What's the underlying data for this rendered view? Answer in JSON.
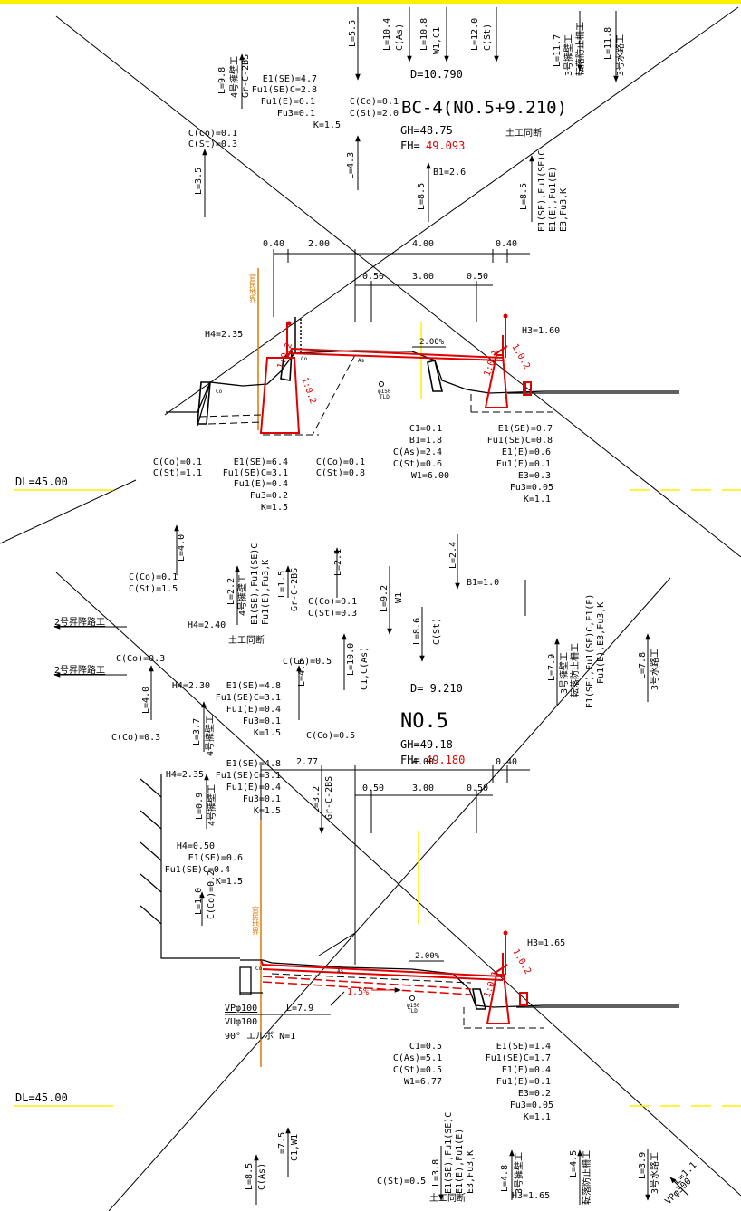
{
  "upper": {
    "station_name": "BC-4(NO.5+9.210)",
    "distance": "D=10.790",
    "gh": "GH=48.75",
    "fh_label": "FH=",
    "fh_value": "49.093",
    "datum": "DL=45.00",
    "top_texts": [
      "L=5.5",
      "L=10.4",
      "C(As)",
      "L=10.8",
      "W1,C1",
      "L=12.0",
      "C(St)",
      "L=11.7",
      "3号擁壁工",
      "転落防止柵工",
      "L=11.8",
      "3号水路工",
      "L=9.8",
      "4号擁壁工",
      "Gr-C-2BS",
      "L=3.5",
      "L=4.3",
      "L=8.5",
      "L=8.5",
      "E1(SE),Fu1(SE)C",
      "E1(E),Fu1(E)",
      "E3,Fu3,K"
    ],
    "left_block": [
      "E1(SE)=4.7",
      "Fu1(SE)C=2.8",
      "Fu1(E)=0.1",
      "Fu3=0.1",
      "K=1.5"
    ],
    "mid_block": [
      "C(Co)=0.1",
      "C(St)=2.0"
    ],
    "left_side": [
      "C(Co)=0.1",
      "C(St)=0.3"
    ],
    "same_label": "土工同断",
    "b1": "B1=2.6",
    "dims_top": [
      "0.40",
      "2.00",
      "4.00",
      "0.40"
    ],
    "dims_mid": [
      "0.50",
      "3.00",
      "0.50"
    ],
    "boundary": "官民地界",
    "h4": "H4=2.35",
    "h3": "H3=1.60",
    "slopes": [
      "1:0.2",
      "1:0.2",
      "1:0.1",
      "1:0.2"
    ],
    "grade": "2.00%",
    "pipe": "φ150",
    "tld": "TLD",
    "co": "Co",
    "as": "As",
    "bottom_a": [
      "C(Co)=0.1",
      "C(St)=1.1"
    ],
    "bottom_b": [
      "E1(SE)=6.4",
      "Fu1(SE)C=3.1",
      "Fu1(E)=0.4",
      "Fu3=0.2",
      "K=1.5"
    ],
    "bottom_c": [
      "C(Co)=0.1",
      "C(St)=0.8"
    ],
    "bottom_d": [
      "C1=0.1",
      "B1=1.8",
      "C(As)=2.4",
      "C(St)=0.6",
      "W1=6.00"
    ],
    "bottom_e": [
      "E1(SE)=0.7",
      "Fu1(SE)C=0.8",
      "E1(E)=0.6",
      "Fu1(E)=0.1",
      "E3=0.3",
      "Fu3=0.05",
      "K=1.1"
    ]
  },
  "middle": {
    "texts": [
      "L=4.0",
      "C(Co)=0.1",
      "C(St)=1.5",
      "L=2.2",
      "4号擁壁工",
      "E1(SE),Fu1(SE)C",
      "Fu1(E),Fu3,K",
      "L=1.5",
      "Gr-C-2BS",
      "L=2.1",
      "C(Co)=0.1",
      "C(St)=0.3",
      "L=9.2",
      "W1",
      "L=2.4",
      "B1=1.0",
      "H4=2.40",
      "土工同断",
      "L=8.6",
      "C(St)",
      "C(Co)=0.3",
      "C(Co)=0.5",
      "L=10.0",
      "C1,C(As)",
      "L=4.0",
      "L=4.5",
      "C(Co)=0.3",
      "C(Co)=0.5",
      "L=3.7",
      "4号擁壁工",
      "L=0.9",
      "4号擁壁工",
      "L=3.2",
      "Gr-C-2BS",
      "L=7.9",
      "3号擁壁工",
      "転落防止柵工",
      "E1(SE),Fu1(SE)C,E1(E)",
      "Fu1(E),E3,Fu3,K",
      "L=7.8",
      "3号水路工"
    ],
    "ramp1": "2号昇降路工",
    "ramp2": "2号昇降路工",
    "block1": [
      "H4=2.30",
      "E1(SE)=4.8",
      "Fu1(SE)C=3.1",
      "Fu1(E)=0.4",
      "Fu3=0.1",
      "K=1.5"
    ],
    "block2": [
      "H4=2.35",
      "E1(SE)=4.8",
      "Fu1(SE)C=3.1",
      "Fu1(E)=0.4",
      "Fu3=0.1",
      "K=1.5"
    ],
    "block3": [
      "H4=0.50",
      "E1(SE)=0.6",
      "Fu1(SE)C=0.4",
      "K=1.5"
    ]
  },
  "lower": {
    "distance": "D= 9.210",
    "station_name": "NO.5",
    "gh": "GH=49.18",
    "fh_label": "FH=",
    "fh_value": "49.180",
    "datum": "DL=45.00",
    "dims_top": [
      "2.77",
      "4.00",
      "0.40"
    ],
    "dims_mid": [
      "0.50",
      "3.00",
      "0.50"
    ],
    "left_vert": [
      "L=1.0",
      "C(Co)=0.2"
    ],
    "boundary": "官民地界",
    "h3": "H3=1.65",
    "slopes": [
      "1:0.2",
      "1:0.1"
    ],
    "grade": "2.00%",
    "red_grade": "1.5%",
    "pipe": "φ150",
    "tld": "TLD",
    "co": "Co",
    "as": "As",
    "pipe_notes": [
      "VPφ100",
      "L=7.9",
      "VUφ100",
      "90° エルボ  N=1"
    ],
    "bottom_a": [
      "C1=0.5",
      "C(As)=5.1",
      "C(St)=0.5",
      "W1=6.77"
    ],
    "bottom_b": [
      "E1(SE)=1.4",
      "Fu1(SE)C=1.7",
      "E1(E)=0.4",
      "Fu1(E)=0.1",
      "E3=0.2",
      "Fu3=0.05",
      "K=1.1"
    ],
    "foot_texts": [
      "L=7.5",
      "C1,W1",
      "L=8.5",
      "C(As)",
      "L=3.8",
      "E1(SE),Fu1(SE)C",
      "E1(E),Fu1(E)",
      "E3,Fu3,K",
      "L=4.8",
      "3号擁壁工",
      "L=4.5",
      "転落防止柵工",
      "L=3.9",
      "3号水路工",
      "L=1.1",
      "VPφ300"
    ],
    "c_st": "C(St)=0.5",
    "same_label": "土工同断",
    "h3b": "H3=1.65"
  },
  "colors": {
    "design": "#e00000",
    "boundary": "#e07800",
    "highlight": "#ffee00"
  }
}
